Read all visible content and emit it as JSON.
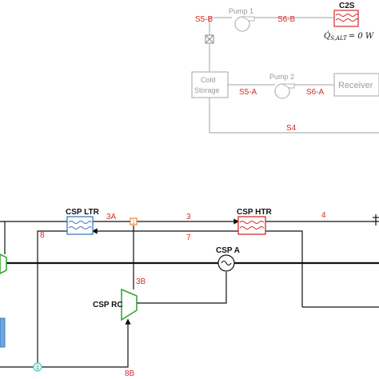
{
  "top_section": {
    "pump1_label": "Pump 1",
    "pump2_label": "Pump 2",
    "cold_storage_line1": "Cold",
    "cold_storage_line2": "Storage",
    "receiver_label": "Receiver",
    "c2s_label": "C2S",
    "q_label": "Q̇",
    "q_subscript": "S,ALT",
    "q_value": "= 0 W",
    "streams": {
      "s5b": "S5-B",
      "s6b": "S6-B",
      "s5a": "S5-A",
      "s6a": "S6-A",
      "s4": "S4"
    }
  },
  "bottom_section": {
    "csp_ltr": "CSP LTR",
    "csp_htr": "CSP HTR",
    "csp_a": "CSP A",
    "csp_rc": "CSP RC",
    "streams": {
      "n3a": "3A",
      "n3": "3",
      "n4": "4",
      "n7": "7",
      "n8": "8",
      "n3b": "3B",
      "n8b": "8B",
      "node1": "1"
    }
  },
  "colors": {
    "red_label": "#d62b2b",
    "gray_line": "#b5b5b5",
    "gray_text": "#9a9a9a",
    "hx_blue": "#3a78c2",
    "hx_red": "#d62b2b",
    "compressor_green": "#2aa32a",
    "node_cyan": "#4dd0c8",
    "node_orange": "#e8893a"
  }
}
